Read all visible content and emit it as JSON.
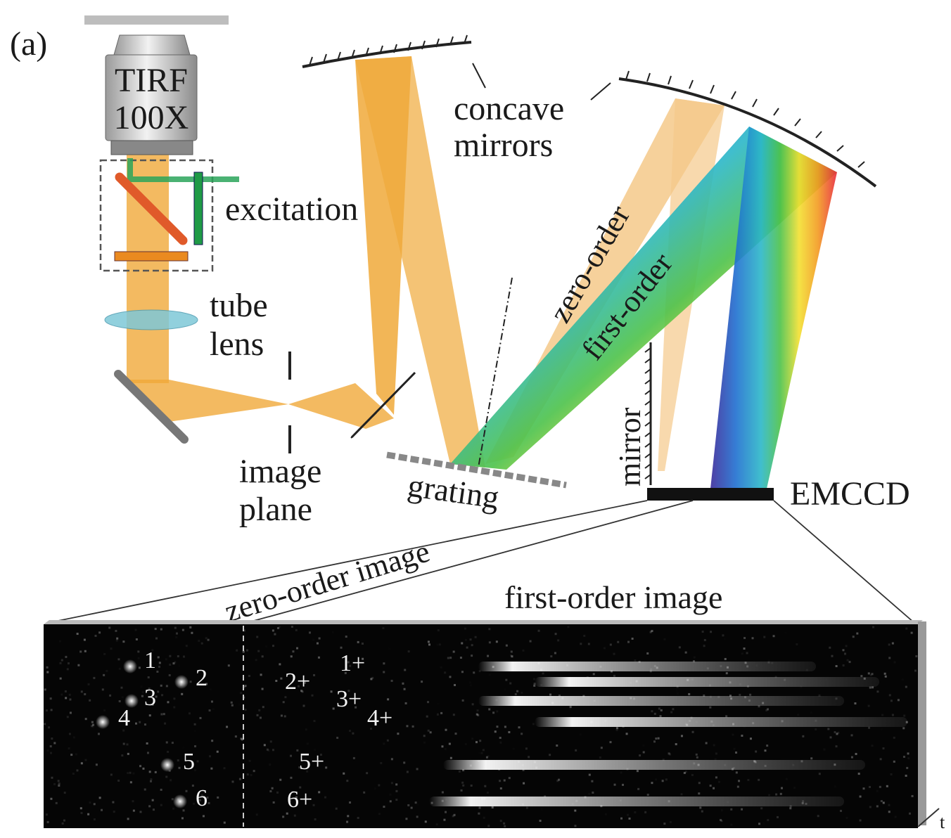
{
  "panel_label": "(a)",
  "objective": {
    "line1": "TIRF",
    "line2": "100X"
  },
  "labels": {
    "excitation": "excitation",
    "tube_lens_1": "tube",
    "tube_lens_2": "lens",
    "image_plane_1": "image",
    "image_plane_2": "plane",
    "concave_mirrors_1": "concave",
    "concave_mirrors_2": "mirrors",
    "zero_order": "zero-order",
    "first_order": "first-order",
    "grating": "grating",
    "mirror": "mirror",
    "emccd": "EMCCD",
    "zero_order_image": "zero-order image",
    "first_order_image": "first-order image",
    "time_axis": "t"
  },
  "zero_order_spots": [
    "1",
    "2",
    "3",
    "4",
    "5",
    "6"
  ],
  "first_order_spots": [
    "1+",
    "2+",
    "3+",
    "4+",
    "5+",
    "6+"
  ],
  "colors": {
    "beam": "#f0a93a",
    "beam_light": "#f5c98a",
    "excitation": "#2aa55a",
    "dichroic": "#e05a2a",
    "filter": "#ea8a20"
  }
}
